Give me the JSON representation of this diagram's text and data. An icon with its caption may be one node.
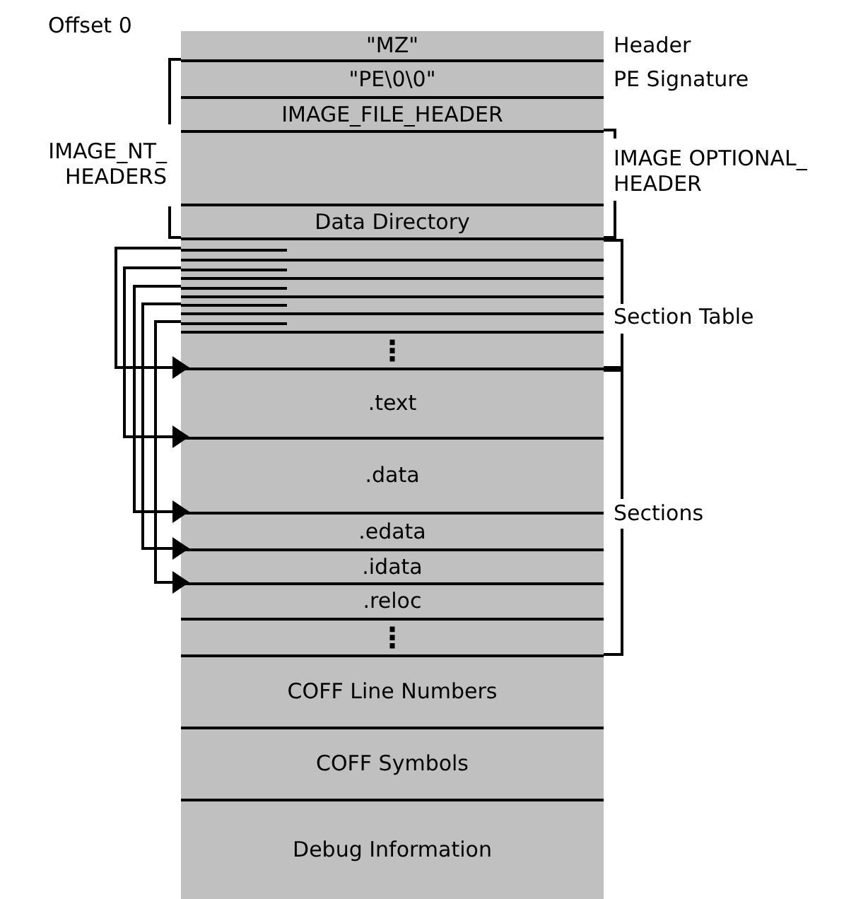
{
  "diagram": {
    "nodes": [
      {
        "text": [
          "\"MZ\""
        ]
      },
      {
        "text": [
          "\"PE\\0\\0\""
        ]
      },
      {
        "text": [
          "IMAGE_FILE_HEADER"
        ]
      },
      {
        "text": [],
        "shape": "box"
      },
      {
        "text": [
          "Data Directory"
        ]
      },
      {
        "text": [],
        "shape": "box"
      },
      {
        "text": [],
        "shape": "box"
      },
      {
        "text": [],
        "shape": "box"
      },
      {
        "text": [],
        "shape": "box"
      },
      {
        "text": [],
        "shape": "box"
      },
      {
        "text": [
          "⋮"
        ]
      },
      {
        "text": [
          ".text"
        ]
      },
      {
        "text": [
          ".data"
        ]
      },
      {
        "text": [
          ".edata"
        ]
      },
      {
        "text": [
          ".idata"
        ]
      },
      {
        "text": [
          ".reloc"
        ]
      },
      {
        "text": [
          "⋮"
        ]
      },
      {
        "text": [
          "COFF Line Numbers"
        ]
      },
      {
        "text": [
          "COFF Symbols"
        ]
      },
      {
        "text": [
          "Debug Information"
        ]
      }
    ],
    "edges": [
      {
        "from": 5,
        "to": 11,
        "arrow": "to"
      },
      {
        "from": 6,
        "to": 12,
        "arrow": "to"
      },
      {
        "from": 7,
        "to": 13,
        "arrow": "to"
      },
      {
        "from": 8,
        "to": 14,
        "arrow": "to"
      },
      {
        "from": 9,
        "to": 15,
        "arrow": "to"
      }
    ],
    "labels": [
      "Offset 0",
      "Header",
      "PE Signature",
      "IMAGE_NT_ HEADERS",
      "IMAGE OPTIONAL_ HEADER",
      "Section Table",
      "Sections"
    ]
  }
}
